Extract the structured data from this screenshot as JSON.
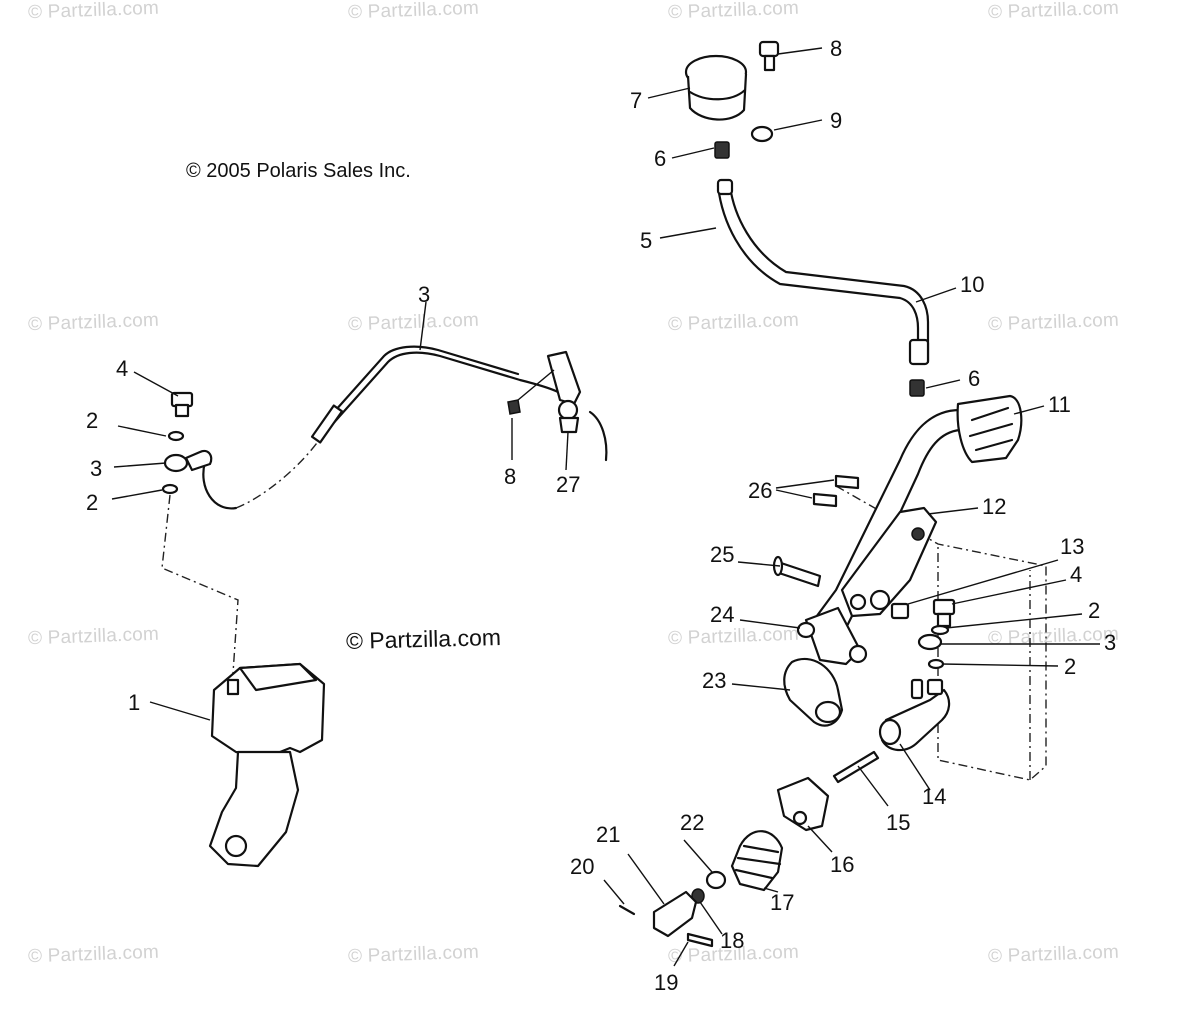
{
  "copyright": "© 2005 Polaris Sales Inc.",
  "brand": "© Partzilla.com",
  "watermark": "© Partzilla.com",
  "callouts": {
    "c1": "1",
    "c2a": "2",
    "c2b": "2",
    "c2c": "2",
    "c2d": "2",
    "c3a": "3",
    "c3b": "3",
    "c3c": "3",
    "c4a": "4",
    "c4b": "4",
    "c5": "5",
    "c6a": "6",
    "c6b": "6",
    "c7": "7",
    "c8a": "8",
    "c8b": "8",
    "c9": "9",
    "c10": "10",
    "c11": "11",
    "c12": "12",
    "c13": "13",
    "c14": "14",
    "c15": "15",
    "c16": "16",
    "c17": "17",
    "c18": "18",
    "c19": "19",
    "c20": "20",
    "c21": "21",
    "c22": "22",
    "c23": "23",
    "c24": "24",
    "c25": "25",
    "c26": "26",
    "c27": "27"
  }
}
